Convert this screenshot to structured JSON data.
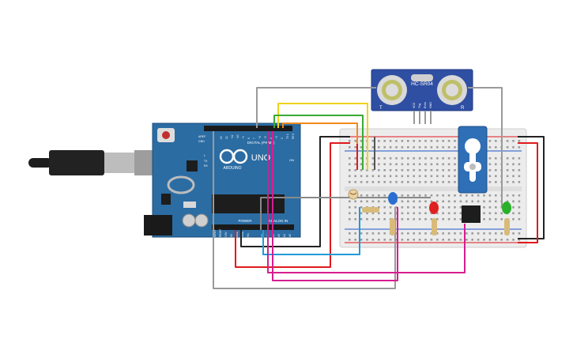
{
  "board": {
    "brand": "ARDUINO",
    "model": "UNO",
    "digital_label": "DIGITAL (PWM~)",
    "power_label": "POWER",
    "analog_label": "ANALOG IN",
    "on_label": "ON",
    "tx_label": "TX",
    "rx_label": "RX",
    "l_label": "L",
    "aref_label": "AREF",
    "gnd_label": "GND",
    "digital_pins": [
      "13",
      "12",
      "~11",
      "~10",
      "~9",
      "8",
      "7",
      "~6",
      "~5",
      "4",
      "~3",
      "2",
      "TX 1",
      "RX 0"
    ],
    "power_pins": [
      "IOREF",
      "RESET",
      "3.3V",
      "5V",
      "GND",
      "GND",
      "Vin"
    ],
    "analog_pins": [
      "A0",
      "A1",
      "A2",
      "A3",
      "A4",
      "A5"
    ]
  },
  "sensor": {
    "model": "HC-SR04",
    "left_mark": "T",
    "right_mark": "R",
    "pins": [
      "VCC",
      "Trig",
      "Echo",
      "GND"
    ]
  },
  "colors": {
    "board": "#2b6ca3",
    "breadboard": "#ececec",
    "sensor": "#2f4fa3",
    "servo": "#2f6fb6",
    "wire_gray": "#9a9a9a",
    "wire_red": "#e0191b",
    "wire_black": "#222222",
    "wire_yellow": "#f2d21a",
    "wire_green": "#3aaa35",
    "wire_orange": "#f08a1c",
    "wire_blue": "#1e9bd7",
    "wire_magenta": "#d61e8f",
    "led_red": "#e02020",
    "led_green": "#2bb02b",
    "led_blue": "#2a6fd0"
  }
}
